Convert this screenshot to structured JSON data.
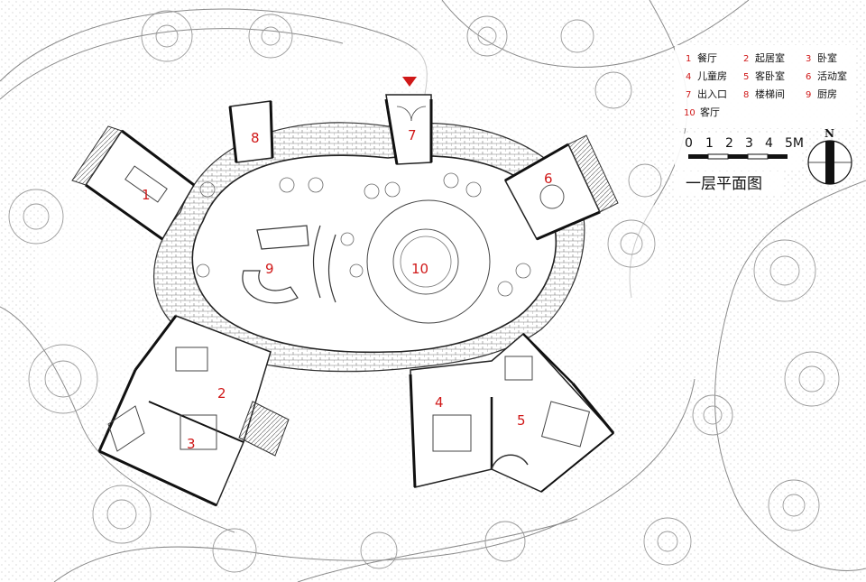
{
  "diagram": {
    "title": "一层平面图",
    "room_labels": [
      {
        "num": "1"
      },
      {
        "num": "2"
      },
      {
        "num": "3"
      },
      {
        "num": "4"
      },
      {
        "num": "5"
      },
      {
        "num": "6"
      },
      {
        "num": "7"
      },
      {
        "num": "8"
      },
      {
        "num": "9"
      },
      {
        "num": "10"
      }
    ],
    "legend": [
      {
        "num": "1",
        "name": "餐厅"
      },
      {
        "num": "2",
        "name": "起居室"
      },
      {
        "num": "3",
        "name": "卧室"
      },
      {
        "num": "4",
        "name": "儿童房"
      },
      {
        "num": "5",
        "name": "客卧室"
      },
      {
        "num": "6",
        "name": "活动室"
      },
      {
        "num": "7",
        "name": "出入口"
      },
      {
        "num": "8",
        "name": "楼梯间"
      },
      {
        "num": "9",
        "name": "厨房"
      },
      {
        "num": "10",
        "name": "客厅"
      }
    ],
    "scale": {
      "ticks": [
        "0",
        "1",
        "2",
        "3",
        "4",
        "5M"
      ]
    },
    "north": {
      "label": "N"
    },
    "colors": {
      "accent": "#d01818",
      "line": "#222222",
      "site": "#bdbdbd"
    }
  }
}
